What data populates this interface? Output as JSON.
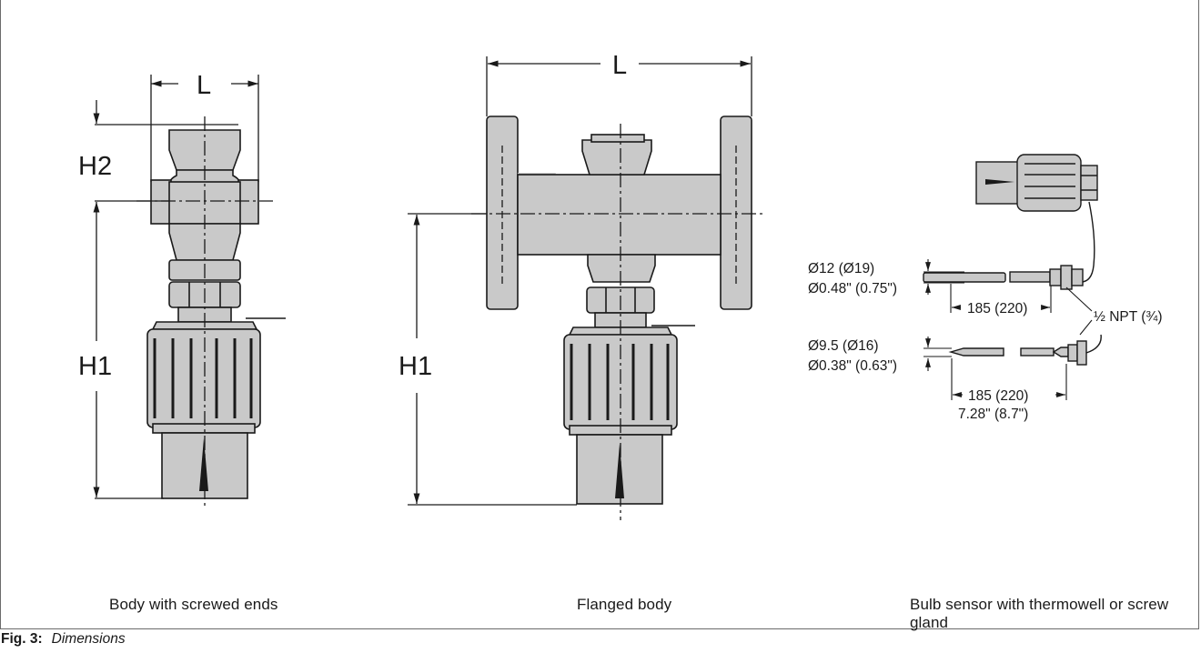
{
  "figure": {
    "number": "Fig. 3:",
    "title": "Dimensions"
  },
  "screwed_body": {
    "caption": "Body with screwed ends",
    "label_length": "L",
    "label_height_upper": "H2",
    "label_height_lower": "H1"
  },
  "flanged_body": {
    "caption": "Flanged body",
    "label_length": "L",
    "label_height": "H1"
  },
  "bulb_sensor": {
    "caption": "Bulb sensor with thermowell or screw gland",
    "thermowell_diameter_mm": "Ø12 (Ø19)",
    "thermowell_diameter_in": "Ø0.48\" (0.75\")",
    "thermowell_length": "185 (220)",
    "thread": "½ NPT  (¾)",
    "bulb_diameter_mm": "Ø9.5 (Ø16)",
    "bulb_diameter_in": "Ø0.38\" (0.63\")",
    "bulb_length_mm": "185 (220)",
    "bulb_length_in": "7.28\" (8.7\")"
  },
  "colors": {
    "body_fill": "#c9c9c9",
    "line": "#1a1a1a",
    "frame": "#6b6b6b"
  }
}
